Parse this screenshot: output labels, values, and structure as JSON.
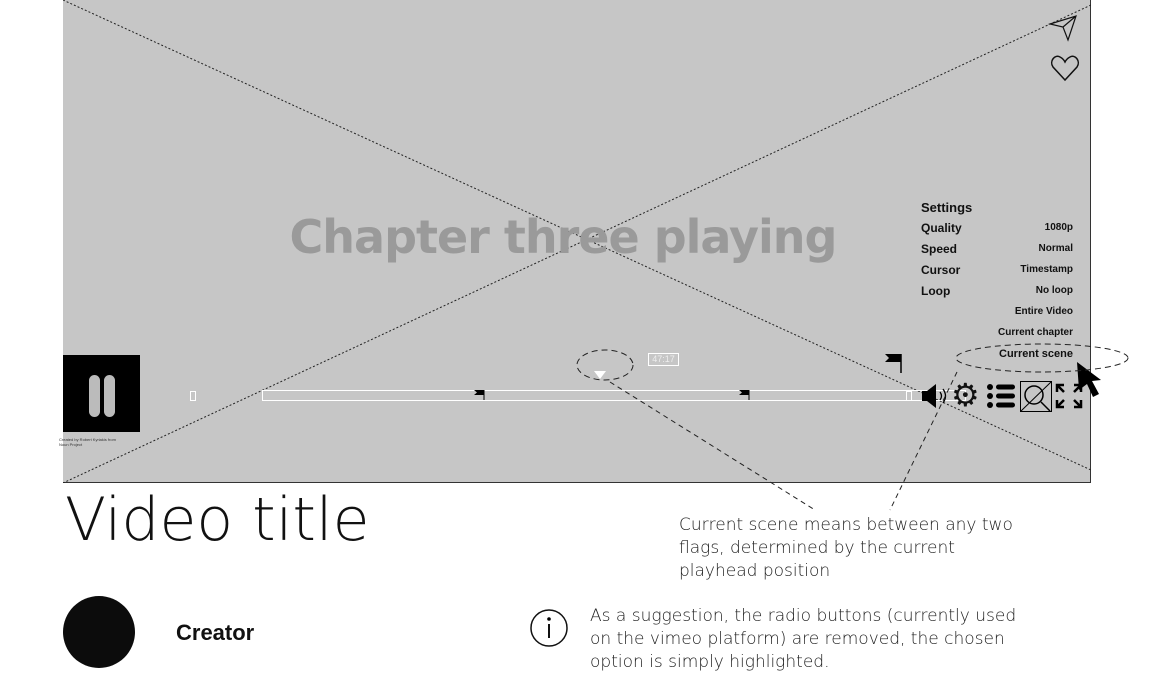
{
  "player": {
    "chapter_text": "Chapter three playing",
    "timestamp": "47:17",
    "attribution": "Created by Robert Kyriakis from Noun Project"
  },
  "settings": {
    "title": "Settings",
    "rows": [
      {
        "label": "Quality",
        "value": "1080p"
      },
      {
        "label": "Speed",
        "value": "Normal"
      },
      {
        "label": "Cursor",
        "value": "Timestamp"
      },
      {
        "label": "Loop",
        "value": "No loop"
      }
    ],
    "loop_options": [
      "Entire Video",
      "Current chapter",
      "Current scene"
    ],
    "selected_loop": "Current scene"
  },
  "video": {
    "title": "Video title",
    "creator": "Creator"
  },
  "annotations": {
    "scene_note": "Current scene means between any two flags, determined by the current playhead position",
    "suggestion": "As a suggestion, the radio buttons (currently used on the vimeo platform) are removed, the chosen option is simply highlighted."
  }
}
